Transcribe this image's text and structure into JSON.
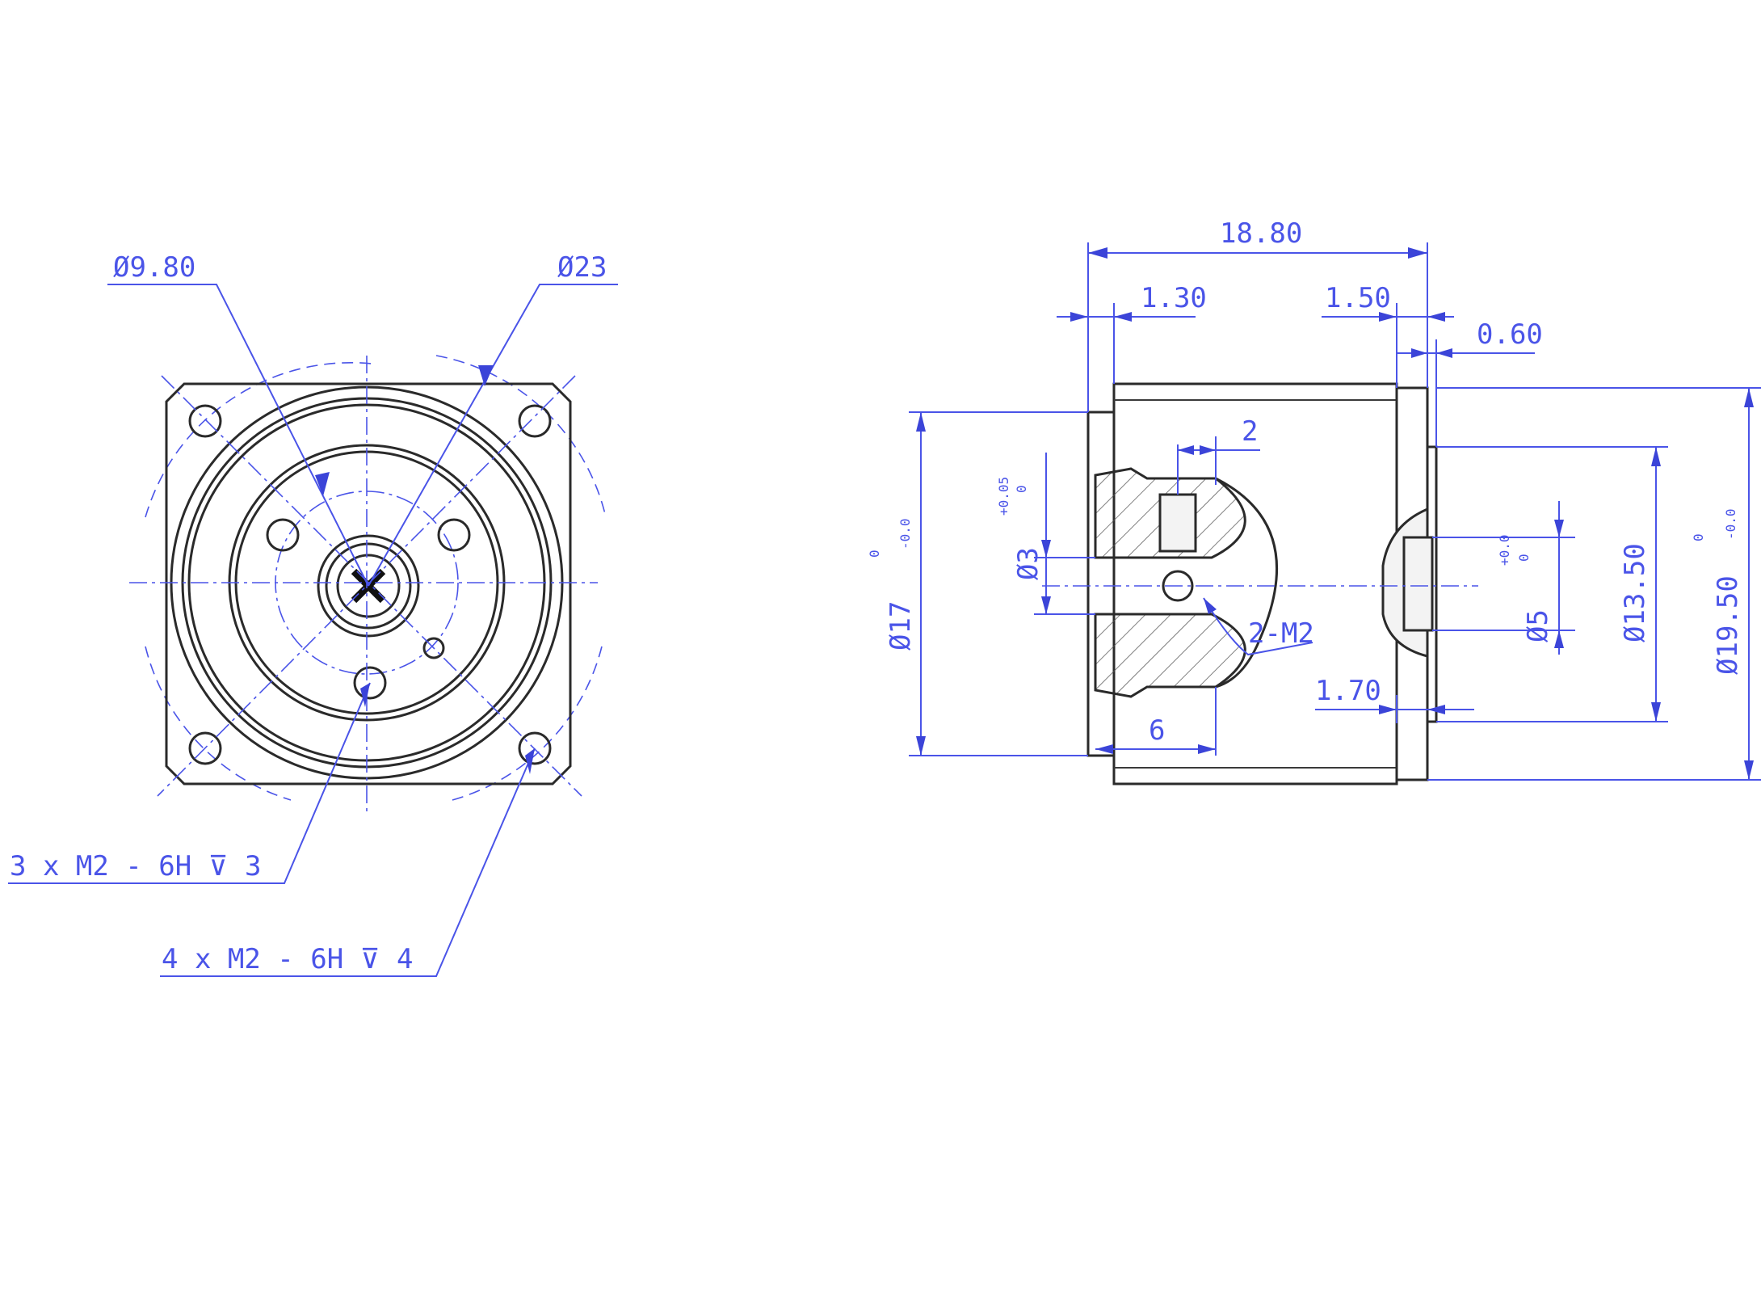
{
  "front_view": {
    "diameter_9_80": "Ø9.80",
    "diameter_23": "Ø23",
    "thread_note_3x": "3 x M2 - 6H ⊽ 3",
    "thread_note_4x": "4 x M2 - 6H ⊽ 4"
  },
  "side_view": {
    "length_total": "18.80",
    "length_1_30": "1.30",
    "length_1_50": "1.50",
    "length_0_60": "0.60",
    "length_2": "2",
    "length_1_70": "1.70",
    "length_6": "6",
    "hole_note": "2-M2",
    "d17": "Ø17",
    "d17_tol_upper": "0",
    "d17_tol_lower": "-0.0",
    "d3": "Ø3",
    "d3_tol_upper": "+0.05",
    "d3_tol_lower": "0",
    "d5": "Ø5",
    "d5_tol_upper": "+0.0",
    "d5_tol_lower": "0",
    "d13_50": "Ø13.50",
    "d19_50": "Ø19.50",
    "d19_50_tol_upper": "0",
    "d19_50_tol_lower": "-0.0"
  },
  "colors": {
    "dimension_blue": "#4a54e8",
    "outline": "#2a2a2a"
  }
}
